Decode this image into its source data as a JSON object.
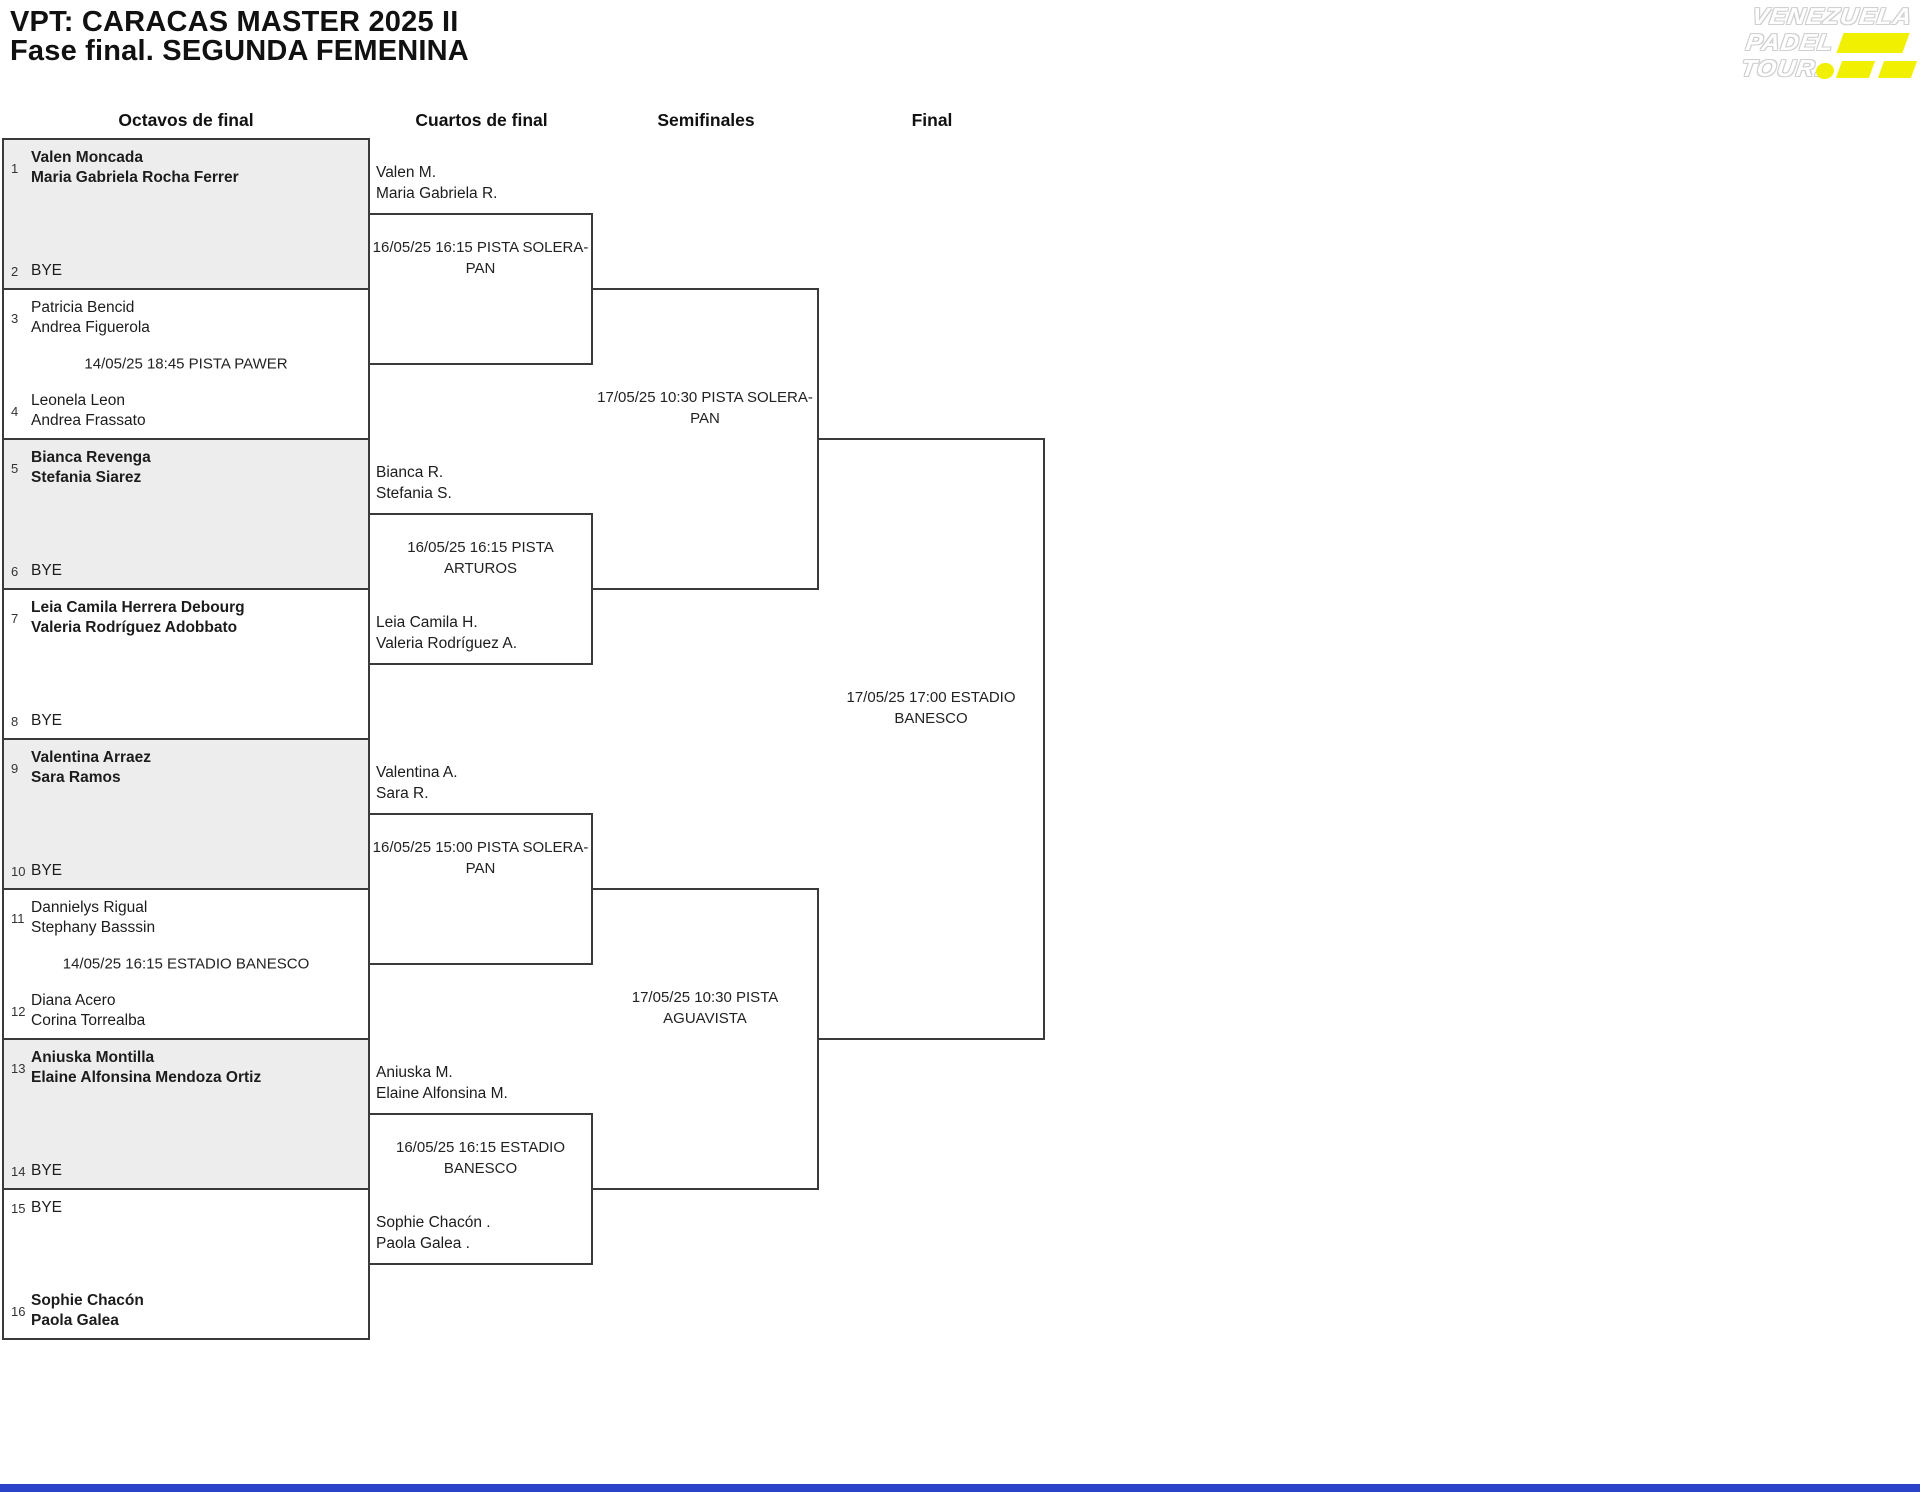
{
  "title": {
    "line1": "VPT: CARACAS MASTER 2025 II",
    "line2": "Fase final. SEGUNDA FEMENINA"
  },
  "logo": {
    "line1": "VENEZUELA",
    "line2": "PADEL",
    "line3": "TOUR."
  },
  "columns": [
    "Octavos de final",
    "Cuartos de final",
    "Semifinales",
    "Final"
  ],
  "colors": {
    "bracket_line": "#3a3a3a",
    "shaded_box": "#ededed",
    "logo_yellow": "#f0f000",
    "footer_blue": "#2b43c8",
    "text": "#1b1b1b"
  },
  "octavos": {
    "pairs": [
      {
        "shaded": true,
        "match_label": "",
        "slots": [
          {
            "seed": "1",
            "bold": true,
            "names": [
              "Valen Moncada",
              "Maria Gabriela Rocha Ferrer"
            ]
          },
          {
            "seed": "2",
            "bold": false,
            "names": [
              "BYE"
            ]
          }
        ]
      },
      {
        "shaded": false,
        "match_label": "14/05/25 18:45 PISTA PAWER",
        "slots": [
          {
            "seed": "3",
            "bold": false,
            "names": [
              "Patricia Bencid",
              "Andrea Figuerola"
            ]
          },
          {
            "seed": "4",
            "bold": false,
            "names": [
              "Leonela Leon",
              "Andrea Frassato"
            ]
          }
        ]
      },
      {
        "shaded": true,
        "match_label": "",
        "slots": [
          {
            "seed": "5",
            "bold": true,
            "names": [
              "Bianca Revenga",
              "Stefania Siarez"
            ]
          },
          {
            "seed": "6",
            "bold": false,
            "names": [
              "BYE"
            ]
          }
        ]
      },
      {
        "shaded": false,
        "match_label": "",
        "slots": [
          {
            "seed": "7",
            "bold": true,
            "names": [
              "Leia Camila Herrera Debourg",
              "Valeria Rodríguez Adobbato"
            ]
          },
          {
            "seed": "8",
            "bold": false,
            "names": [
              "BYE"
            ]
          }
        ]
      },
      {
        "shaded": true,
        "match_label": "",
        "slots": [
          {
            "seed": "9",
            "bold": true,
            "names": [
              "Valentina Arraez",
              "Sara Ramos"
            ]
          },
          {
            "seed": "10",
            "bold": false,
            "names": [
              "BYE"
            ]
          }
        ]
      },
      {
        "shaded": false,
        "match_label": "14/05/25 16:15 ESTADIO BANESCO",
        "slots": [
          {
            "seed": "11",
            "bold": false,
            "names": [
              "Dannielys Rigual",
              "Stephany Basssin"
            ]
          },
          {
            "seed": "12",
            "bold": false,
            "names": [
              "Diana Acero",
              "Corina Torrealba"
            ]
          }
        ]
      },
      {
        "shaded": true,
        "match_label": "",
        "slots": [
          {
            "seed": "13",
            "bold": true,
            "names": [
              "Aniuska Montilla",
              "Elaine Alfonsina Mendoza Ortiz"
            ]
          },
          {
            "seed": "14",
            "bold": false,
            "names": [
              "BYE"
            ]
          }
        ]
      },
      {
        "shaded": false,
        "match_label": "",
        "slots": [
          {
            "seed": "15",
            "bold": false,
            "names": [
              "BYE"
            ]
          },
          {
            "seed": "16",
            "bold": true,
            "names": [
              "Sophie Chacón",
              "Paola Galea"
            ]
          }
        ]
      }
    ]
  },
  "cuartos": {
    "matches": [
      {
        "datetime": "16/05/25 16:15 PISTA SOLERA-PAN",
        "top": [
          "Valen M.",
          "Maria Gabriela R."
        ],
        "bottom": []
      },
      {
        "datetime": "16/05/25 16:15 PISTA ARTUROS",
        "top": [
          "Bianca R.",
          "Stefania S."
        ],
        "bottom": [
          "Leia Camila H.",
          "Valeria Rodríguez A."
        ]
      },
      {
        "datetime": "16/05/25 15:00 PISTA SOLERA-PAN",
        "top": [
          "Valentina A.",
          "Sara R."
        ],
        "bottom": []
      },
      {
        "datetime": "16/05/25 16:15 ESTADIO BANESCO",
        "top": [
          "Aniuska M.",
          "Elaine Alfonsina M."
        ],
        "bottom": [
          "Sophie Chacón .",
          "Paola Galea ."
        ]
      }
    ]
  },
  "semifinales": {
    "matches": [
      {
        "datetime": "17/05/25 10:30 PISTA SOLERA-PAN"
      },
      {
        "datetime": "17/05/25 10:30 PISTA AGUAVISTA"
      }
    ]
  },
  "final": {
    "datetime": "17/05/25 17:00 ESTADIO BANESCO"
  }
}
